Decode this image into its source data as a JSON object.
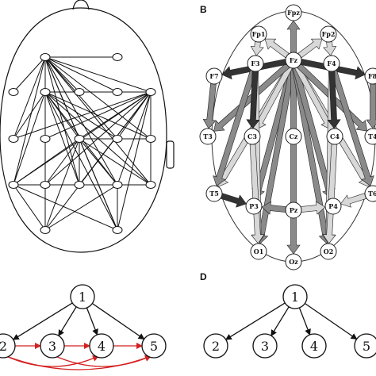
{
  "panels": {
    "B": {
      "letter": "B"
    },
    "D": {
      "letter": "D"
    }
  },
  "eeg_labels": {
    "fp1": "Fp1",
    "fpz": "Fpz",
    "fp2": "Fp2",
    "f3": "F3",
    "fz": "Fz",
    "f4": "F4",
    "f7": "F7",
    "f8": "F8",
    "t3": "T3",
    "t4": "T4",
    "c3": "C3",
    "cz": "Cz",
    "c4": "C4",
    "t5": "T5",
    "t6": "T6",
    "p3": "P3",
    "pz": "Pz",
    "p4": "P4",
    "o1": "O1",
    "oz": "Oz",
    "o2": "O2"
  },
  "graph_c": {
    "nodes": [
      "1",
      "2",
      "3",
      "4",
      "5"
    ],
    "edges_black": [
      [
        "1",
        "2"
      ],
      [
        "1",
        "3"
      ],
      [
        "1",
        "4"
      ],
      [
        "1",
        "5"
      ]
    ],
    "edges_red": [
      [
        "2",
        "3"
      ],
      [
        "3",
        "4"
      ],
      [
        "4",
        "5"
      ],
      [
        "2",
        "4"
      ],
      [
        "2",
        "5"
      ],
      [
        "3",
        "5"
      ]
    ]
  },
  "graph_d": {
    "nodes": [
      "1",
      "2",
      "3",
      "4",
      "5"
    ],
    "edges_black": [
      [
        "1",
        "2"
      ],
      [
        "1",
        "3"
      ],
      [
        "1",
        "4"
      ],
      [
        "1",
        "5"
      ]
    ]
  },
  "colors": {
    "ink": "#111111",
    "red_edge": "#d42020",
    "arrow_dark": "#333333",
    "arrow_mid": "#8a8a8a",
    "arrow_light": "#d8d8d8"
  }
}
